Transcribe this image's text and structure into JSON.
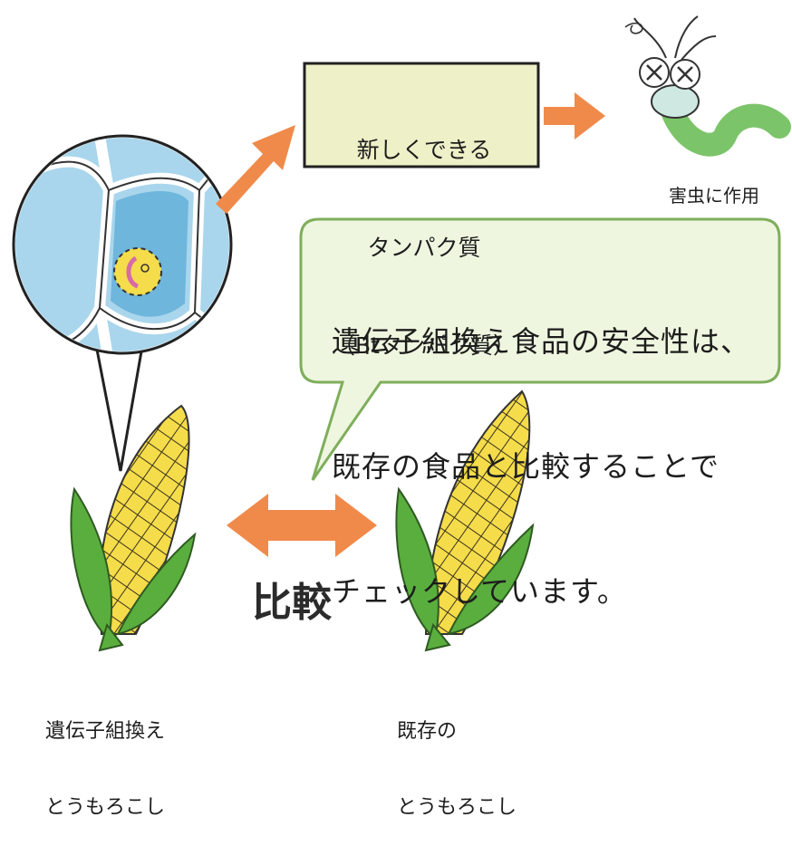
{
  "protein_box": {
    "lines": [
      "新しくできる",
      "タンパク質",
      "（Btタンパク質）"
    ]
  },
  "pest": {
    "caption": "害虫に作用",
    "icon": "caterpillar-icon"
  },
  "speech_bubble": {
    "lines": [
      "遺伝子組換え食品の安全性は、",
      "既存の食品と比較することで",
      "チェックしています。"
    ]
  },
  "comparison": {
    "label": "比較"
  },
  "gm_corn": {
    "caption_lines": [
      "遺伝子組換え",
      "とうもろこし"
    ],
    "icon": "corn-icon"
  },
  "existing_corn": {
    "caption_lines": [
      "既存の",
      "とうもろこし"
    ],
    "icon": "corn-icon"
  },
  "colors": {
    "arrow": "#f08a4b",
    "box_fill": "#eef0c8",
    "bubble_fill": "#eef6df",
    "bubble_border": "#7fae5c",
    "corn_yellow": "#f5dc4a",
    "husk_green": "#5aae3e",
    "cell_blue": "#a9d6ec"
  }
}
